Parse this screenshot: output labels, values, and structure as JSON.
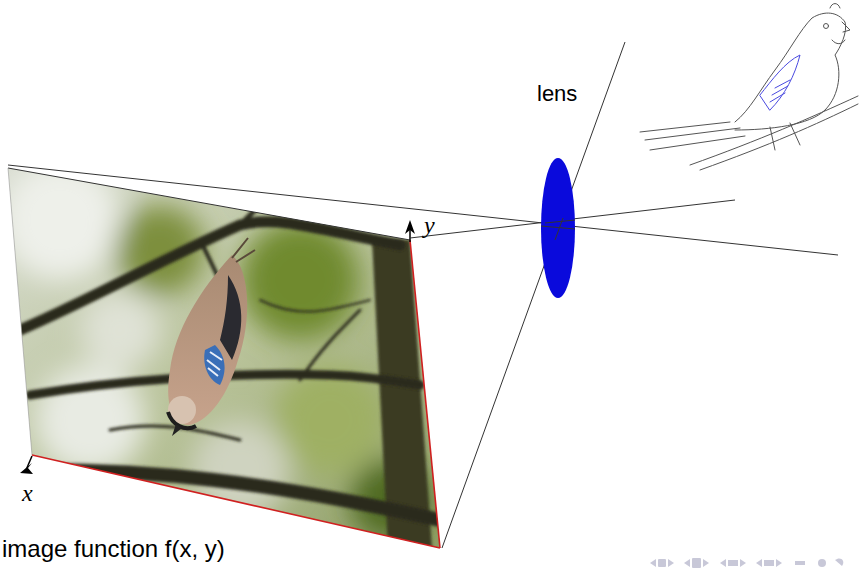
{
  "diagram": {
    "labels": [
      "lens",
      "y",
      "x",
      "image function f(x, y)"
    ]
  }
}
